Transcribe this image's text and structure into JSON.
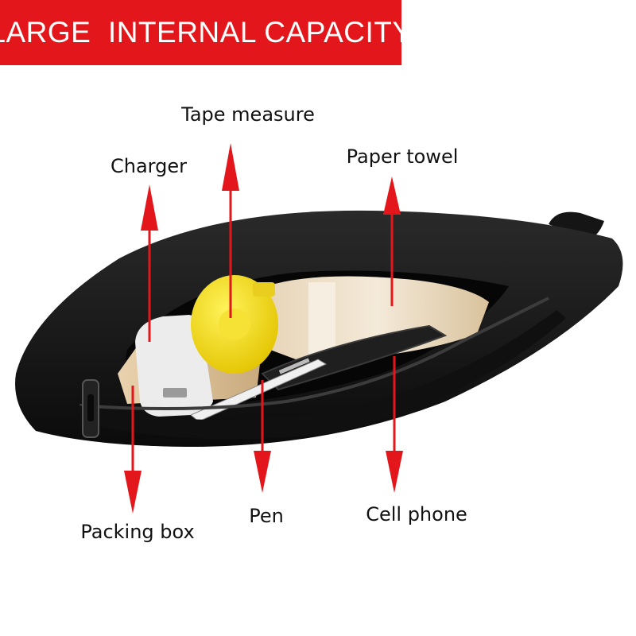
{
  "banner": {
    "title": "LARGE  INTERNAL CAPACITY",
    "color": "#e3171b"
  },
  "arrow_color": "#e3171b",
  "labels": {
    "tape_measure": "Tape measure",
    "charger": "Charger",
    "paper_towel": "Paper towel",
    "packing_box": "Packing box",
    "pen": "Pen",
    "cell_phone": "Cell phone"
  }
}
